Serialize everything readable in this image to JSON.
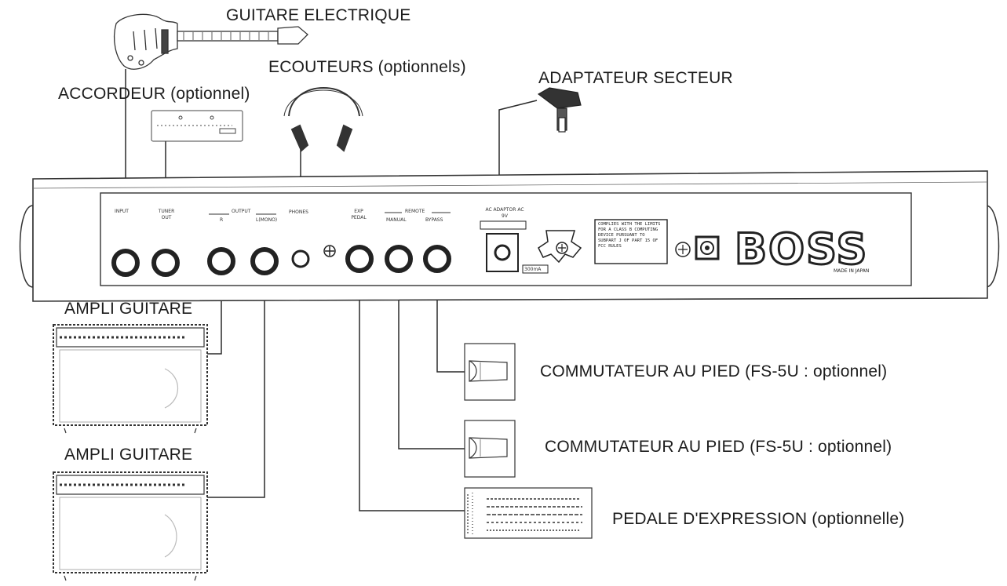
{
  "labels": {
    "guitar": "GUITARE ELECTRIQUE",
    "headphones": "ECOUTEURS (optionnels)",
    "tuner": "ACCORDEUR (optionnel)",
    "adaptor": "ADAPTATEUR SECTEUR",
    "amp_top": "AMPLI GUITARE",
    "amp_bottom": "AMPLI GUITARE",
    "footswitch_1": "COMMUTATEUR AU PIED (FS-5U : optionnel)",
    "footswitch_2": "COMMUTATEUR AU PIED (FS-5U : optionnel)",
    "expression_pedal": "PEDALE D'EXPRESSION (optionnelle)"
  },
  "panel": {
    "jacks": {
      "input": "INPUT",
      "tuner_out": "TUNER OUT",
      "output": "OUTPUT",
      "output_r": "R",
      "output_l": "L(MONO)",
      "phones": "PHONES",
      "exp_pedal": "EXP PEDAL",
      "remote": "REMOTE",
      "manual": "MANUAL",
      "bypass": "BYPASS",
      "ac_adaptor": "AC ADAPTOR AC 9V",
      "current": "300mA"
    },
    "fcc_note": "COMPLIES WITH THE LIMITS FOR A CLASS B COMPUTING DEVICE PURSUANT TO SUBPART J OF PART 15 OF FCC RULES",
    "brand": "BOSS",
    "made_in": "MADE IN JAPAN"
  }
}
